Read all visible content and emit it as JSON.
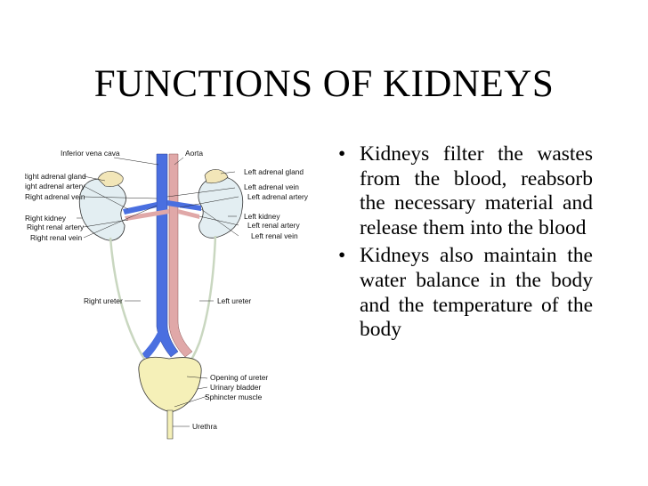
{
  "slide": {
    "title": "FUNCTIONS OF KIDNEYS",
    "bullets": [
      {
        "text": "Kidneys filter the wastes from the blood, reabsorb the necessary material and release them into the blood"
      },
      {
        "text": "Kidneys also maintain the water balance in the body and the temperature of the body"
      }
    ],
    "bullet_glyph": "•"
  },
  "figure": {
    "labels": {
      "inferior_vena_cava": "Inferior vena cava",
      "aorta": "Aorta",
      "left_adrenal_gland": "Left adrenal gland",
      "right_adrenal_gland": "Right adrenal gland",
      "right_adrenal_artery": "Right adrenal artery",
      "right_adrenal_vein": "Right adrenal vein",
      "left_adrenal_vein": "Left adrenal vein",
      "left_adrenal_artery": "Left adrenal artery",
      "right_kidney": "Right kidney",
      "right_renal_artery": "Right renal artery",
      "right_renal_vein": "Right renal vein",
      "left_kidney": "Left kidney",
      "left_renal_artery": "Left renal artery",
      "left_renal_vein": "Left renal vein",
      "right_ureter": "Right ureter",
      "left_ureter": "Left ureter",
      "opening_of_ureter": "Opening of ureter",
      "urinary_bladder": "Urinary bladder",
      "sphincter_muscle": "Sphincter muscle",
      "urethra": "Urethra"
    },
    "colors": {
      "vein": "#4a6fe0",
      "artery": "#e0a8a8",
      "kidney": "#e3eef2",
      "adrenal": "#f2e6b8",
      "bladder": "#f5f0b8",
      "outline": "#333333"
    }
  }
}
